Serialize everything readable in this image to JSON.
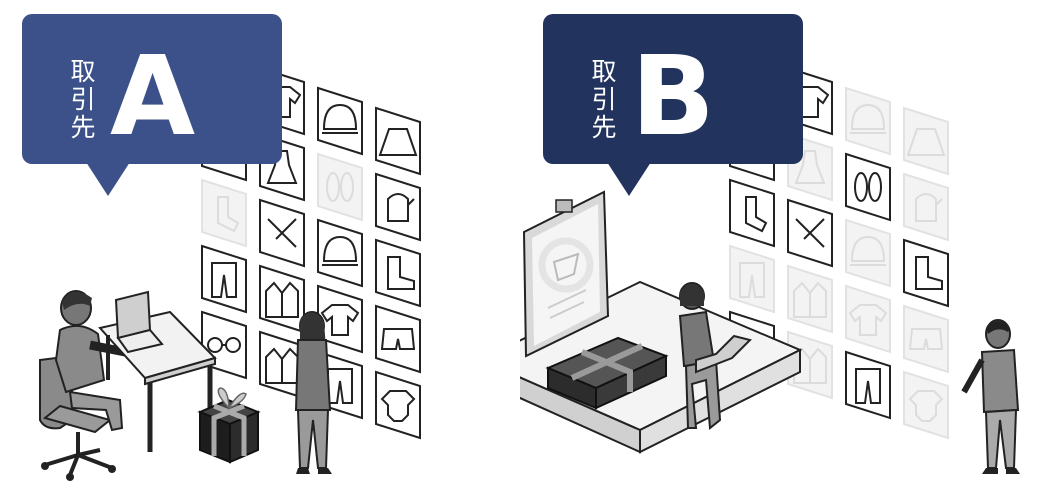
{
  "scenes": [
    {
      "id": "a",
      "label_chars": [
        "取",
        "引",
        "先"
      ],
      "letter": "A",
      "bubble_color": "#3c5189"
    },
    {
      "id": "b",
      "label_chars": [
        "取",
        "引",
        "先"
      ],
      "letter": "B",
      "bubble_color": "#22335e"
    }
  ],
  "icons": {
    "a": [
      "tie-icon",
      "tshirt-icon",
      "cap-icon",
      "skirt-icon",
      "bow-icon",
      "dress-icon",
      "slippers-icon",
      "mitten-icon",
      "sock-icon",
      "scarf-icon",
      "beanie-icon",
      "boot-icon",
      "pants-icon",
      "coat-icon",
      "sweater-icon",
      "shorts-icon",
      "glasses-icon",
      "shirt-icon",
      "jeans-icon",
      "baby-romper-icon"
    ],
    "b": [
      "tie-icon",
      "tshirt-icon",
      "cap-icon",
      "skirt-icon",
      "bow-icon",
      "dress-icon",
      "slippers-icon",
      "mitten-icon",
      "sock-icon",
      "scarf-icon",
      "beanie-icon",
      "boot-icon",
      "pants-icon",
      "coat-icon",
      "sweater-icon",
      "shorts-icon",
      "glasses-icon",
      "shirt-icon",
      "jeans-icon",
      "baby-romper-icon"
    ]
  }
}
